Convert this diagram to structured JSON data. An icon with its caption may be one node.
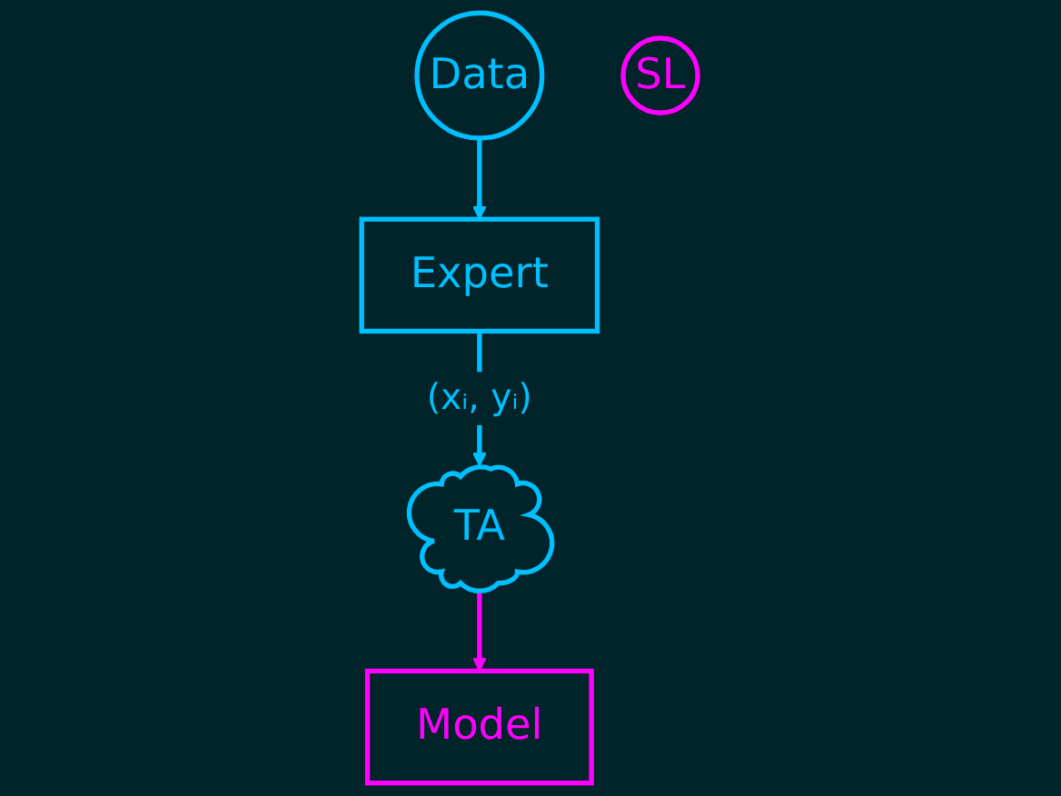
{
  "diagram": {
    "nodes": [
      {
        "text": [
          "Data"
        ]
      },
      {
        "text": [
          "Expert"
        ]
      },
      {
        "text": [
          "TA"
        ]
      },
      {
        "text": [
          "Model"
        ]
      },
      {
        "text": [
          "SL"
        ]
      }
    ],
    "edges": [
      {
        "from": 0,
        "to": 1,
        "arrow": "to"
      },
      {
        "from": 1,
        "to": 2,
        "arrow": "to",
        "label": "(xᵢ, yᵢ)"
      },
      {
        "from": 2,
        "to": 3,
        "arrow": "to",
        "color": "#ff00ff"
      }
    ]
  }
}
